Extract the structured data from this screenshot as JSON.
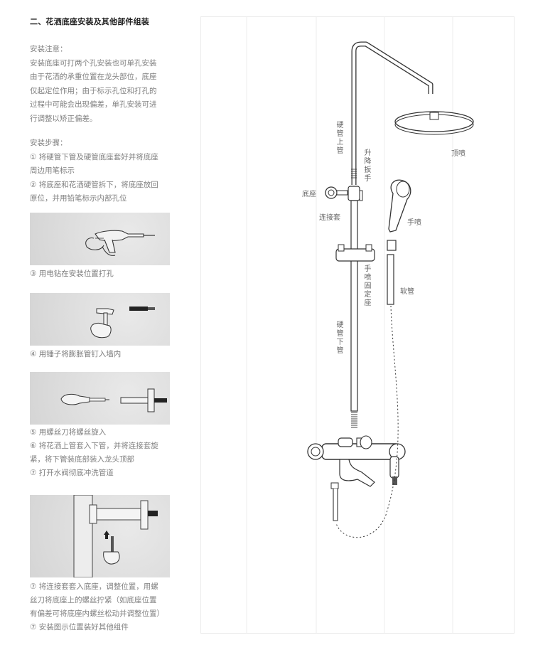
{
  "title": "二、花洒底座安装及其他部件组装",
  "notes": {
    "lines": [
      "安装注意：",
      "安装底座可打两个孔安装也可单孔安装",
      "由于花洒的承重位置在龙头部位，底座",
      "仅起定位作用；由于标示孔位和打孔的",
      "过程中可能会出现偏差，单孔安装可进",
      "行调整以矫正偏差。"
    ]
  },
  "steps_intro": {
    "lines": [
      "安装步骤：",
      "① 将硬管下管及硬管底座套好并将底座",
      "周边用笔标示",
      "② 将底座和花洒硬管拆下，将底座放回",
      "原位，并用铅笔标示内部孔位"
    ]
  },
  "step3": {
    "caption": "③ 用电钻在安装位置打孔"
  },
  "step4": {
    "caption": "④ 用锤子将膨胀管钉入墙内"
  },
  "step5": {
    "lines": [
      "⑤ 用螺丝刀将螺丝旋入",
      "⑥ 将花洒上管套入下管，并将连接套旋",
      "紧，将下管装底部装入龙头顶部",
      "⑦ 打开水阀彻底冲洗管道"
    ]
  },
  "step7": {
    "lines": [
      "⑦ 将连接套套入底座，调整位置，用螺",
      "丝刀将底座上的螺丝拧紧（如底座位置",
      "有偏差可将底座内螺丝松动并调整位置）",
      "⑦ 安装图示位置装好其他组件"
    ]
  },
  "diagram": {
    "labels": {
      "upper_pipe": "硬管上管",
      "lift_wrench": "升降扳手",
      "top_spray": "顶喷",
      "base": "底座",
      "connector": "连接套",
      "hand_spray": "手喷",
      "hand_spray_mount": "手喷固定座",
      "hose": "软管",
      "lower_pipe": "硬管下管"
    }
  }
}
